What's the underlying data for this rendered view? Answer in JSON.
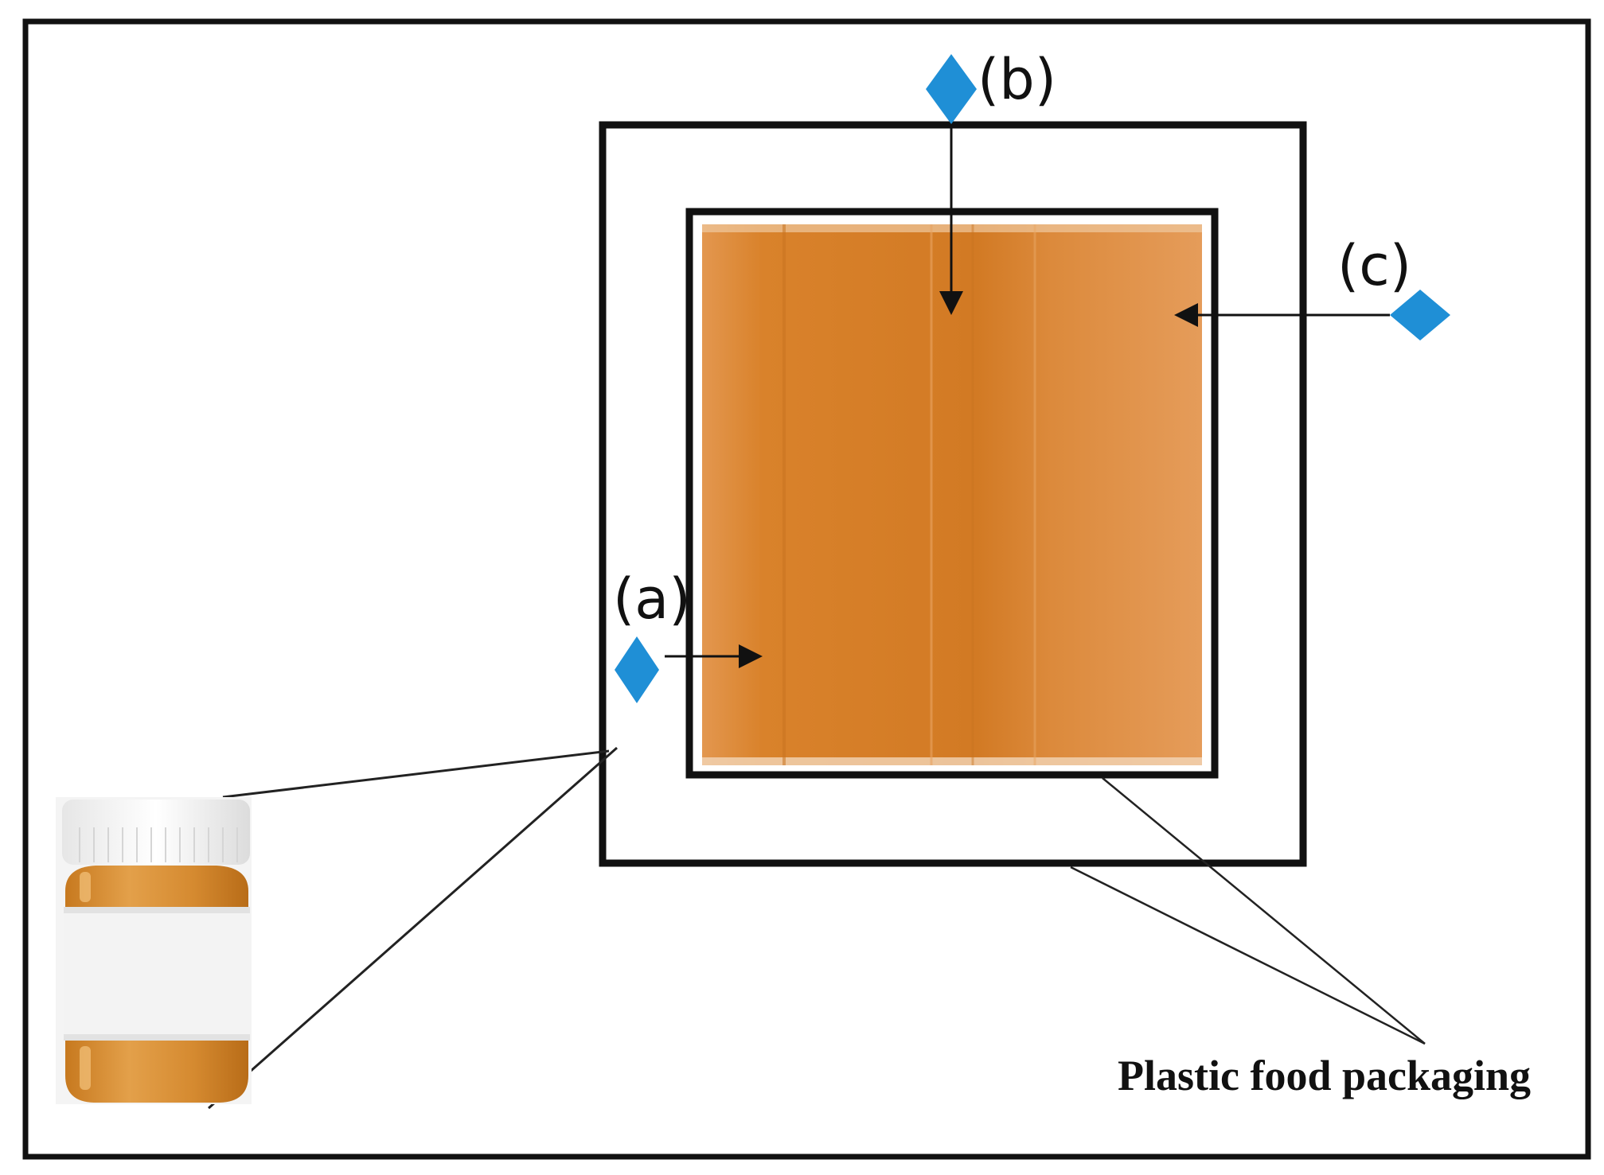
{
  "markers": [
    {
      "id": "a",
      "label": "(a)"
    },
    {
      "id": "b",
      "label": "(b)"
    },
    {
      "id": "c",
      "label": "(c)"
    }
  ],
  "caption": "Plastic food packaging",
  "colors": {
    "marker": "#1f8fd6",
    "frame": "#111111",
    "sample": "#d9822b",
    "sample_light": "#e49a55",
    "jar_fill": "#d48a2e",
    "jar_label": "#f3f3f3",
    "jar_cap": "#f7f7f7"
  },
  "icons": {
    "marker": "diamond-icon",
    "arrow": "arrow-icon",
    "jar": "peanut-butter-jar-icon"
  }
}
